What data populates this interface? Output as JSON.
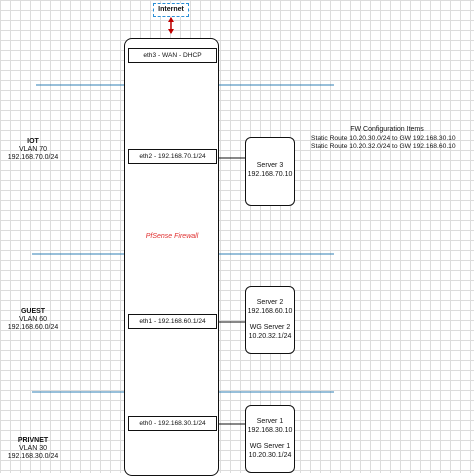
{
  "internet": {
    "label": "Internet"
  },
  "firewall": {
    "label": "PfSense Firewall",
    "ports": {
      "eth3": "eth3 - WAN - DHCP",
      "eth2": "eth2 - 192.168.70.1/24",
      "eth1": "eth1 - 192.168.60.1/24",
      "eth0": "eth0 - 192.168.30.1/24"
    }
  },
  "networks": {
    "iot": {
      "name": "IOT",
      "vlan": "VLAN 70",
      "subnet": "192.168.70.0/24"
    },
    "guest": {
      "name": "GUEST",
      "vlan": "VLAN 60",
      "subnet": "192.168.60.0/24"
    },
    "privnet": {
      "name": "PRIVNET",
      "vlan": "VLAN 30",
      "subnet": "192.168.30.0/24"
    }
  },
  "servers": {
    "server3": {
      "name": "Server 3",
      "ip": "192.168.70.10"
    },
    "server2": {
      "name": "Server 2",
      "ip": "192.168.60.10",
      "wg_name": "WG Server 2",
      "wg_ip": "10.20.32.1/24"
    },
    "server1": {
      "name": "Server 1",
      "ip": "192.168.30.10",
      "wg_name": "WG Server 1",
      "wg_ip": "10.20.30.1/24"
    }
  },
  "fw_config": {
    "title": "FW Configuration Items",
    "routes": [
      "Static Route 10.20.30.0/24 to GW 192.168.30.10",
      "Static Route 10.20.32.0/24 to GW 192.168.60.10"
    ]
  },
  "colors": {
    "vlan_line": "#2f7fb5",
    "firewall_label": "#e03030",
    "internet_border": "#2a8fd6",
    "connector": "#c00000"
  }
}
